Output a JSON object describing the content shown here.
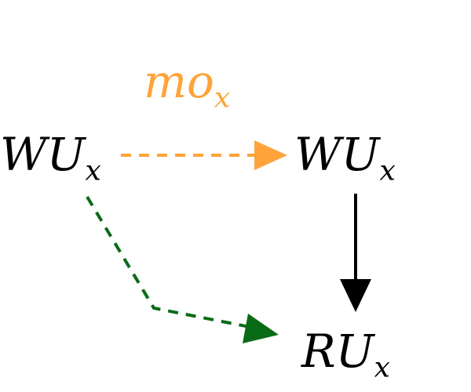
{
  "nodes": {
    "source": {
      "main": "WU",
      "sub": "x"
    },
    "target": {
      "main": "WU",
      "sub": "x"
    },
    "read": {
      "main": "RU",
      "sub": "x"
    }
  },
  "edges": {
    "mo": {
      "label_main": "mo",
      "label_sub": "x",
      "color": "#ffa33a",
      "style": "dashed"
    },
    "read_from": {
      "color": "#000000",
      "style": "solid"
    },
    "green_path": {
      "color": "#0a6b16",
      "style": "dashed"
    }
  }
}
